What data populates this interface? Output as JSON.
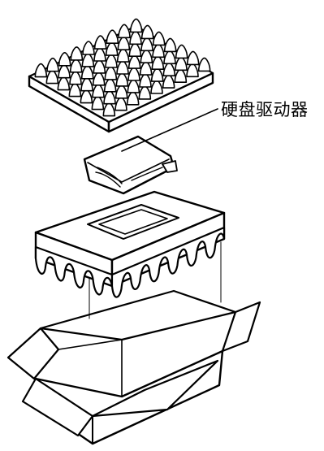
{
  "figure": {
    "callout_label": "硬盘驱动器",
    "ink_color": "#000000",
    "background_color": "#ffffff"
  },
  "parts": [
    {
      "name": "foam-egg-crate-cushion",
      "shape": "peaked-foam-pad"
    },
    {
      "name": "hard-drive-in-bag",
      "shape": "wrapped-package"
    },
    {
      "name": "foam-insert-tray",
      "shape": "cutout-tray-with-ruffled-skirt"
    },
    {
      "name": "shipping-box",
      "shape": "open-cardboard-box"
    }
  ]
}
